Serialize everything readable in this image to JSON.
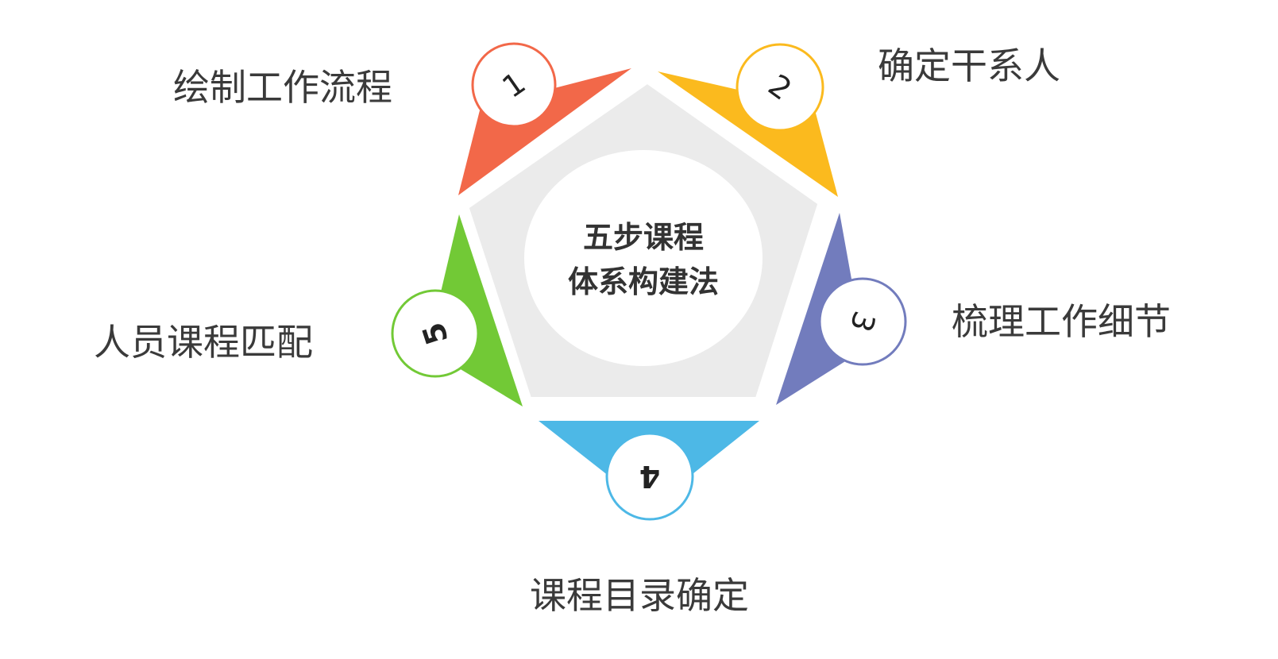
{
  "center": {
    "line1": "五步课程",
    "line2": "体系构建法"
  },
  "steps": [
    {
      "number": "1",
      "label": "绘制工作流程",
      "color": "#F26849"
    },
    {
      "number": "2",
      "label": "确定干系人",
      "color": "#FBBA1E"
    },
    {
      "number": "3",
      "label": "梳理工作细节",
      "color": "#727CBD"
    },
    {
      "number": "4",
      "label": "课程目录确定",
      "color": "#4DB8E6"
    },
    {
      "number": "5",
      "label": "人员课程匹配",
      "color": "#72C936"
    }
  ],
  "colors": {
    "pentagon_fill": "#EBEBEB",
    "inner_circle": "#FFFFFF",
    "text": "#3A3A3A"
  }
}
